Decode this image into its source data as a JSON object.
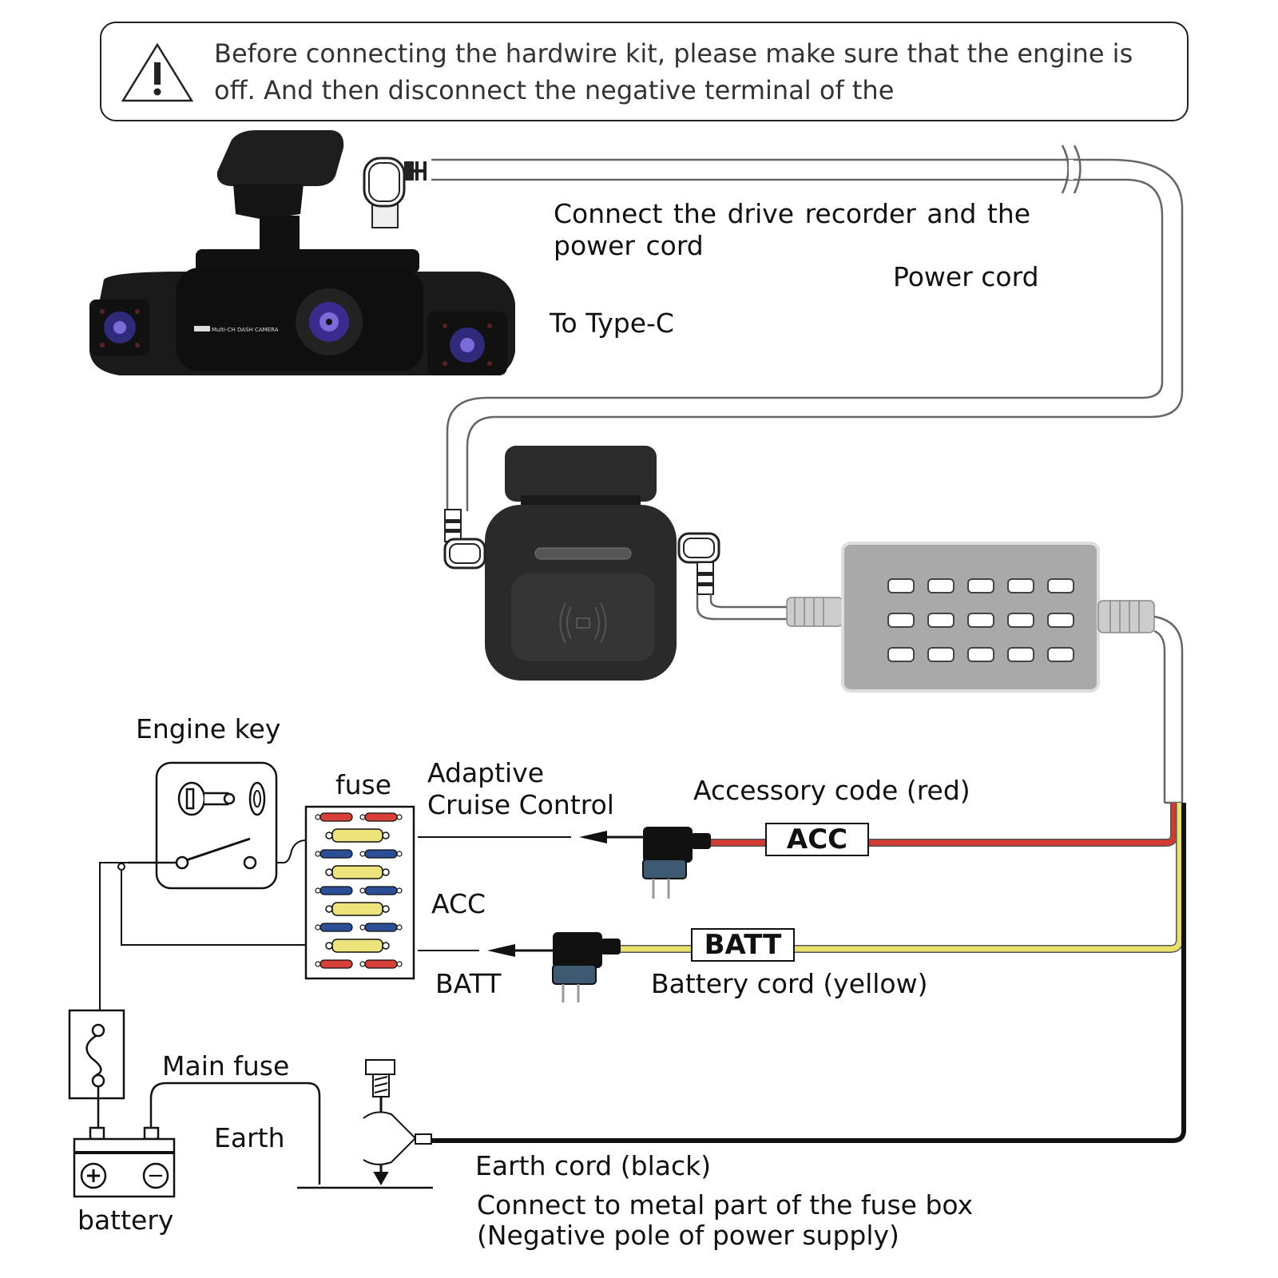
{
  "warning": {
    "icon": "warning-triangle-icon",
    "text": "Before connecting the hardwire kit, please make sure that the engine is off. And then disconnect the negative terminal of the"
  },
  "labels": {
    "connect_recorder": "Connect the drive recorder and the power cord",
    "power_cord": "Power cord",
    "to_type_c": "To Type-C",
    "engine_key": "Engine key",
    "fuse": "fuse",
    "adaptive_cruise": "Adaptive Cruise Control",
    "accessory_code": "Accessory code (red)",
    "acc_tag": "ACC",
    "acc_fuse_label": "ACC",
    "batt_tag": "BATT",
    "batt_fuse_label": "BATT",
    "battery_cord": "Battery cord (yellow)",
    "main_fuse": "Main fuse",
    "earth": "Earth",
    "battery": "battery",
    "earth_cord": "Earth cord (black)",
    "connect_metal": "Connect to metal part of the fuse box (Negative pole of power supply)",
    "camera_brand": "Multi-CH DASH CAMERA"
  },
  "battery_terminals": {
    "positive": "+",
    "negative": "−"
  },
  "colors": {
    "acc_wire": "#d23b32",
    "batt_wire": "#e9e06a",
    "earth_wire": "#111111",
    "cable_outline": "#666666",
    "fuse_red": "#d8403a",
    "fuse_blue": "#2a4f96",
    "fuse_yellow": "#ece37a",
    "tap_plug": "#3e5a73"
  },
  "fuse_box": {
    "rows": [
      "red-pair",
      "yellow",
      "blue-pair",
      "yellow",
      "blue-pair",
      "yellow",
      "blue-pair",
      "yellow",
      "red-pair"
    ]
  },
  "converter": {
    "led_rows": 3,
    "led_cols": 5
  }
}
